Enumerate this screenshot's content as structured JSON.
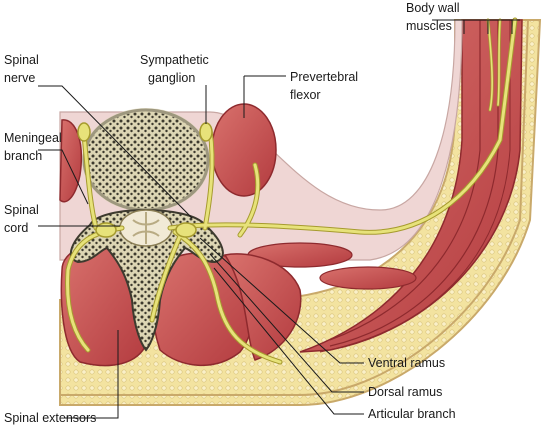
{
  "labels": {
    "body_wall_muscles_1": "Body wall",
    "body_wall_muscles_2": "muscles",
    "spinal_nerve_1": "Spinal",
    "spinal_nerve_2": "nerve",
    "sympathetic_ganglion_1": "Sympathetic",
    "sympathetic_ganglion_2": "ganglion",
    "prevertebral_flexor_1": "Prevertebral",
    "prevertebral_flexor_2": "flexor",
    "meningeal_branch_1": "Meningeal",
    "meningeal_branch_2": "branch",
    "spinal_cord_1": "Spinal",
    "spinal_cord_2": "cord",
    "ventral_ramus": "Ventral ramus",
    "dorsal_ramus": "Dorsal ramus",
    "articular_branch": "Articular branch",
    "spinal_extensors": "Spinal extensors"
  },
  "colors": {
    "muscle": "#c0494b",
    "muscle_dark": "#8e2a2e",
    "muscle_light": "#de8a84",
    "bone": "#ddd6b4",
    "bone_dark": "#3d3a2e",
    "nerve": "#e7e27a",
    "nerve_outline": "#a69b2e",
    "fascia": "#f0dfda",
    "fat": "#f3e3a0",
    "skin_line": "#c9a96a",
    "cavity": "#efd6d4"
  }
}
